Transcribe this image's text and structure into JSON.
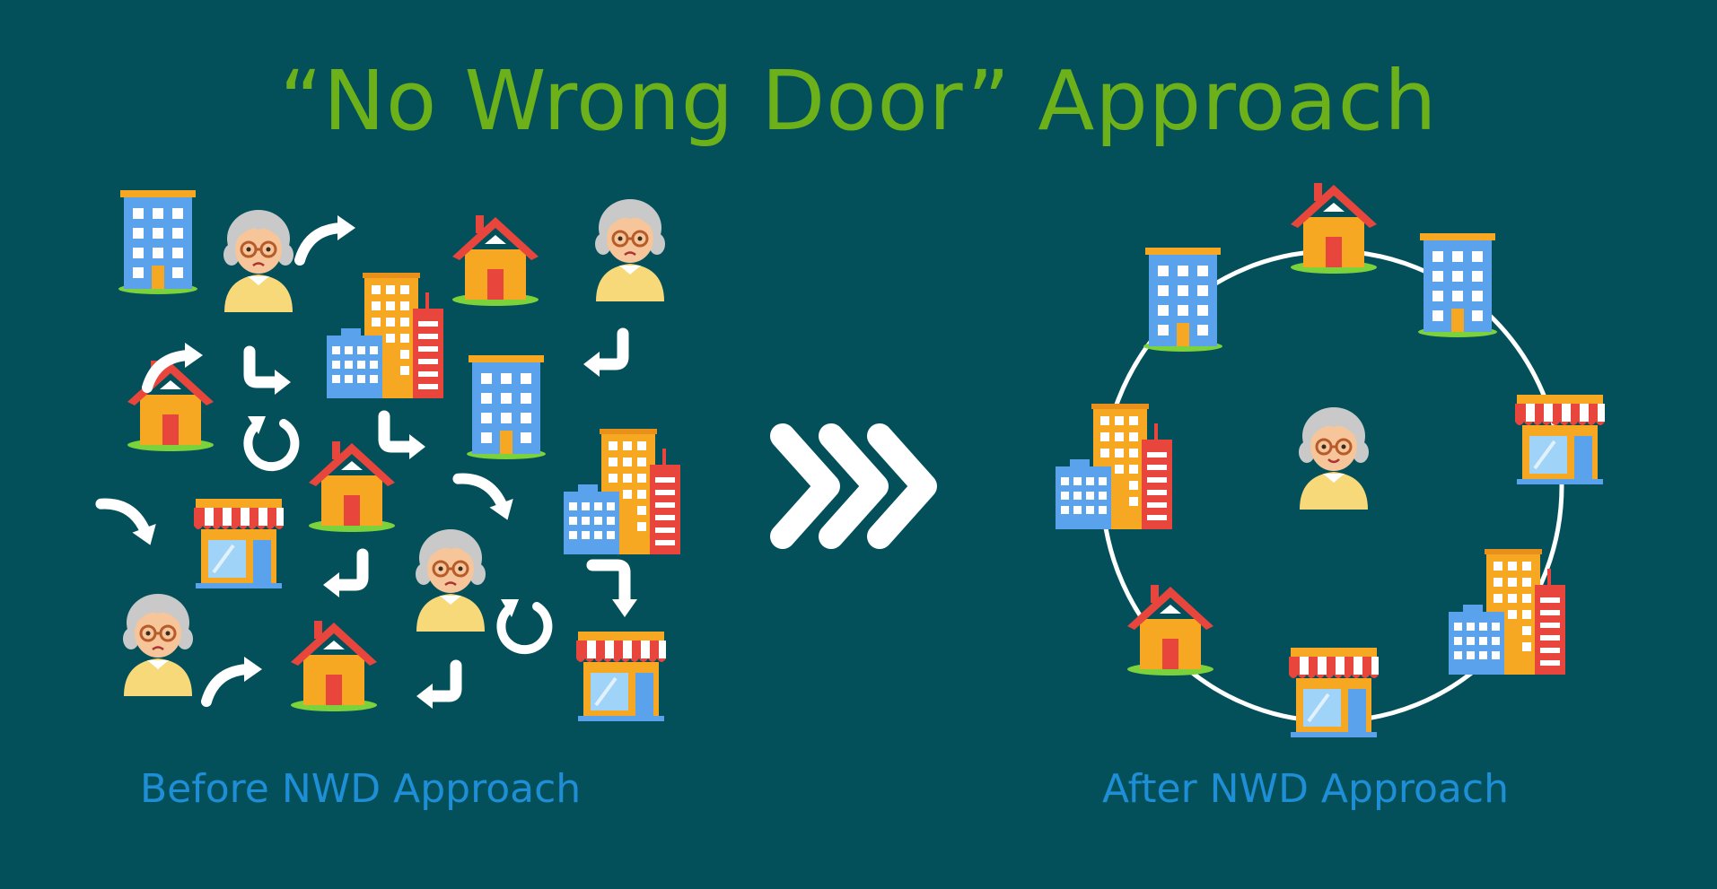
{
  "title": "“No Wrong Door” Approach",
  "before_label": "Before NWD Approach",
  "after_label": "After NWD Approach",
  "colors": {
    "background": "#03505a",
    "title": "#6cb119",
    "caption": "#1e8fd6",
    "arrow": "#ffffff"
  },
  "icons": {
    "person": "elderly-woman-icon",
    "house": "house-icon",
    "office": "office-building-icon",
    "complex": "city-buildings-icon",
    "store": "storefront-icon",
    "transition": "triple-chevron-icon"
  }
}
